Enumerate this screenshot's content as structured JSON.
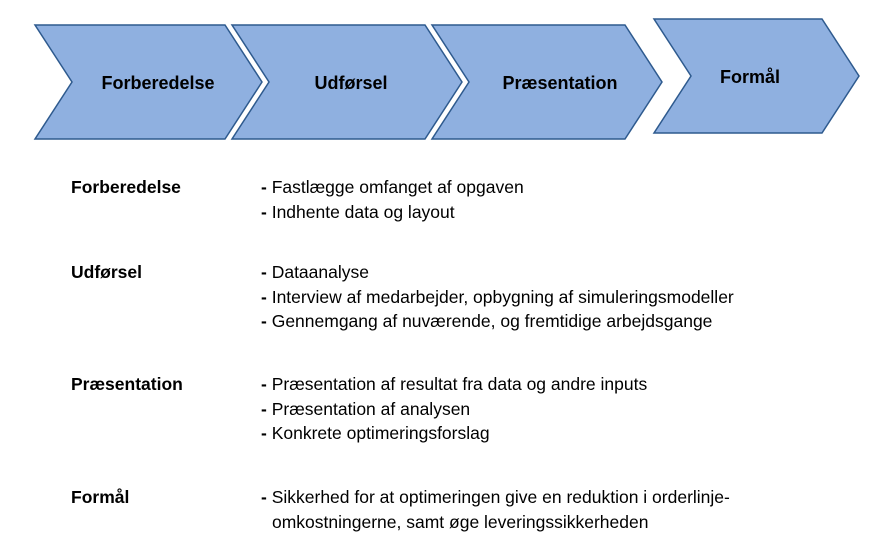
{
  "process": {
    "steps": [
      {
        "label": "Forberedelse"
      },
      {
        "label": "Udførsel"
      },
      {
        "label": "Præsentation"
      },
      {
        "label": "Formål"
      }
    ],
    "colors": {
      "fill": "#8FB0E0",
      "stroke": "#2E5A8E"
    }
  },
  "details": [
    {
      "title": "Forberedelse",
      "items": [
        "Fastlægge omfanget af opgaven",
        "Indhente data og layout"
      ]
    },
    {
      "title": "Udførsel",
      "items": [
        "Dataanalyse",
        "Interview af medarbejder, opbygning af simuleringsmodeller",
        "Gennemgang af nuværende, og fremtidige arbejdsgange"
      ]
    },
    {
      "title": "Præsentation",
      "items": [
        "Præsentation af resultat fra data og andre inputs",
        "Præsentation af analysen",
        "Konkrete optimeringsforslag"
      ]
    },
    {
      "title": "Formål",
      "items": [
        "Sikkerhed for at optimeringen give en reduktion i orderlinje-omkostningerne, samt øge leveringssikkerheden"
      ]
    }
  ],
  "bullet_marker": "-"
}
